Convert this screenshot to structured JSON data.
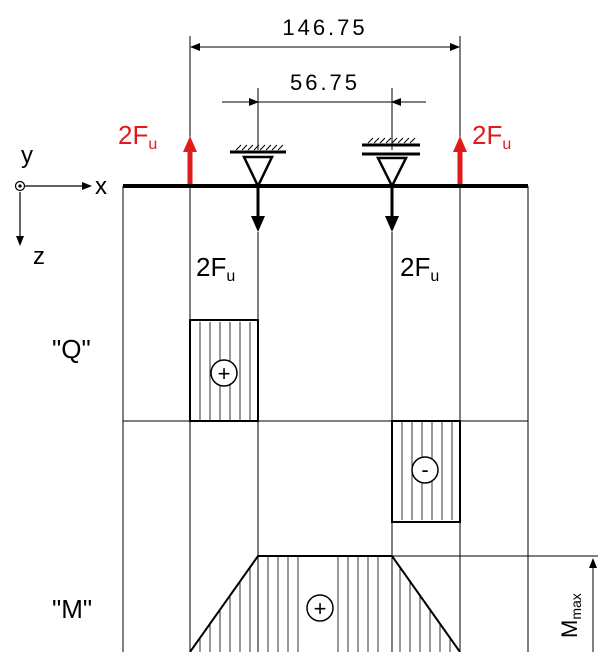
{
  "dimensions": {
    "overall": "146.75",
    "supports": "56.75"
  },
  "axes": {
    "y": "y",
    "x": "x",
    "z": "z"
  },
  "loads": {
    "left_up": {
      "main": "2F",
      "sub": "u"
    },
    "right_up": {
      "main": "2F",
      "sub": "u"
    },
    "left_down": {
      "main": "2F",
      "sub": "u"
    },
    "right_down": {
      "main": "2F",
      "sub": "u"
    }
  },
  "diagrams": {
    "shear_label": "\"Q\"",
    "moment_label": "\"M\"",
    "shear_pos_sign": "+",
    "shear_neg_sign": "-",
    "moment_sign": "+"
  },
  "moment_max": {
    "main": "M",
    "sub": "max"
  },
  "colors": {
    "load_red": "#e11b1b",
    "load_black": "#000000",
    "line": "#000000"
  }
}
